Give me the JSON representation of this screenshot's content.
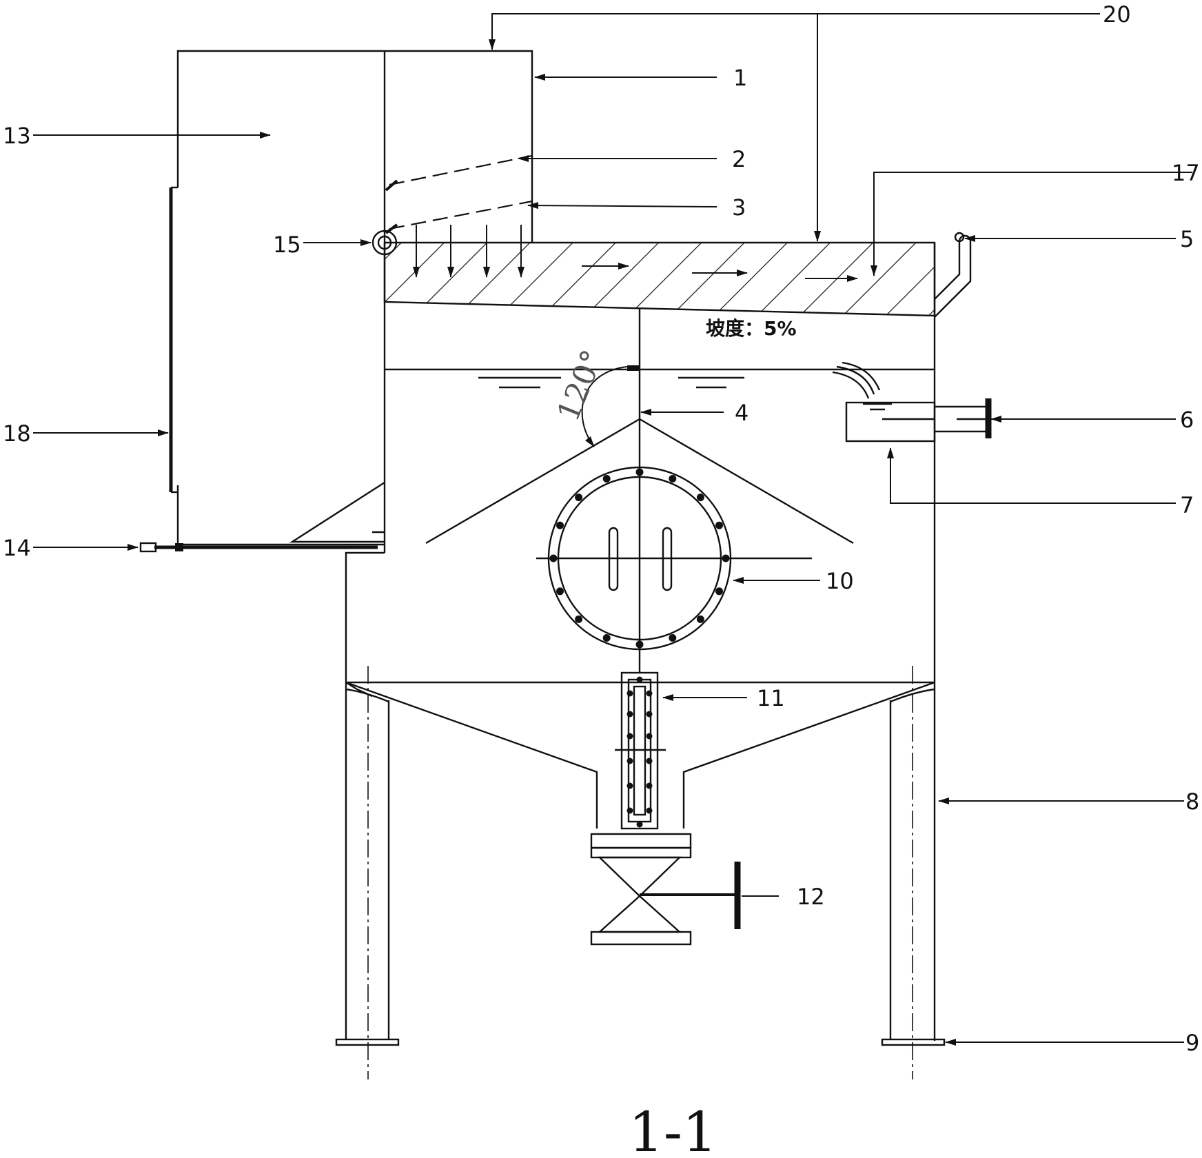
{
  "labels": [
    "1",
    "2",
    "3",
    "4",
    "5",
    "6",
    "7",
    "8",
    "9",
    "10",
    "11",
    "12",
    "13",
    "14",
    "15",
    "17",
    "18",
    "20"
  ],
  "slope_note": "坡度：5%",
  "angle_note": "120°",
  "title": "1-1",
  "colors": {
    "line": "#111111",
    "angle_text": "#555555",
    "background": "#ffffff"
  }
}
